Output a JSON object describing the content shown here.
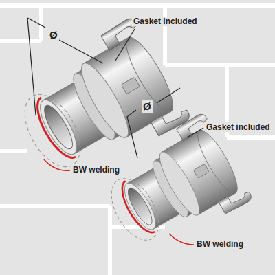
{
  "diagram": {
    "labels": [
      "Gasket included",
      "Ø",
      "Ø",
      "Gasket included",
      "BW welding",
      "BW welding"
    ]
  }
}
